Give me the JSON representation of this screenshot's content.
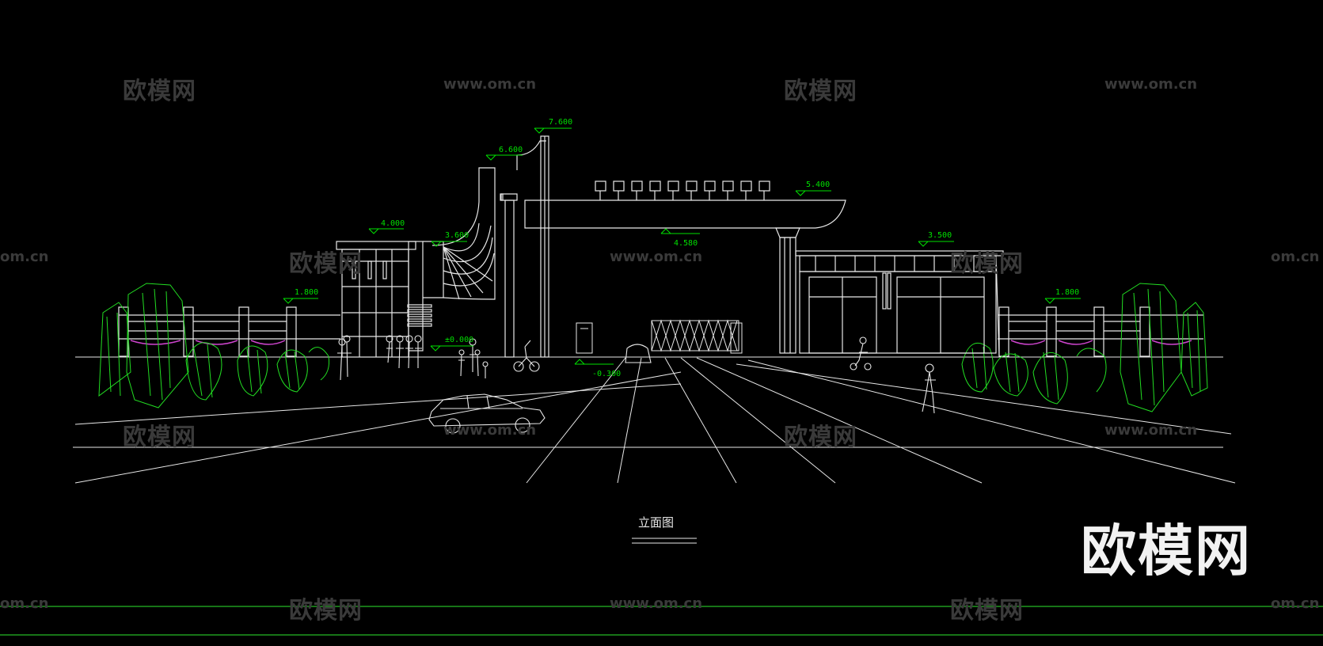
{
  "drawing": {
    "title": "立面图",
    "levels": {
      "top_mast": "7.600",
      "tower_top": "6.600",
      "canopy": "5.400",
      "beam_bottom": "4.580",
      "left_block": "4.000",
      "curved_wall": "3.600",
      "right_block": "3.500",
      "fence_left": "1.800",
      "fence_right": "1.800",
      "ground": "±0.000",
      "road": "-0.300"
    }
  },
  "watermarks": {
    "cn": "欧模网",
    "url": "www.om.cn",
    "url_cut": "om.cn"
  },
  "logo": {
    "text": "欧模网"
  },
  "colors": {
    "background": "#000000",
    "lines": "#ffffff",
    "dimension": "#00e000",
    "plants": "#22dd22",
    "accent": "#cc44cc",
    "watermark": "#3a3a3a"
  }
}
